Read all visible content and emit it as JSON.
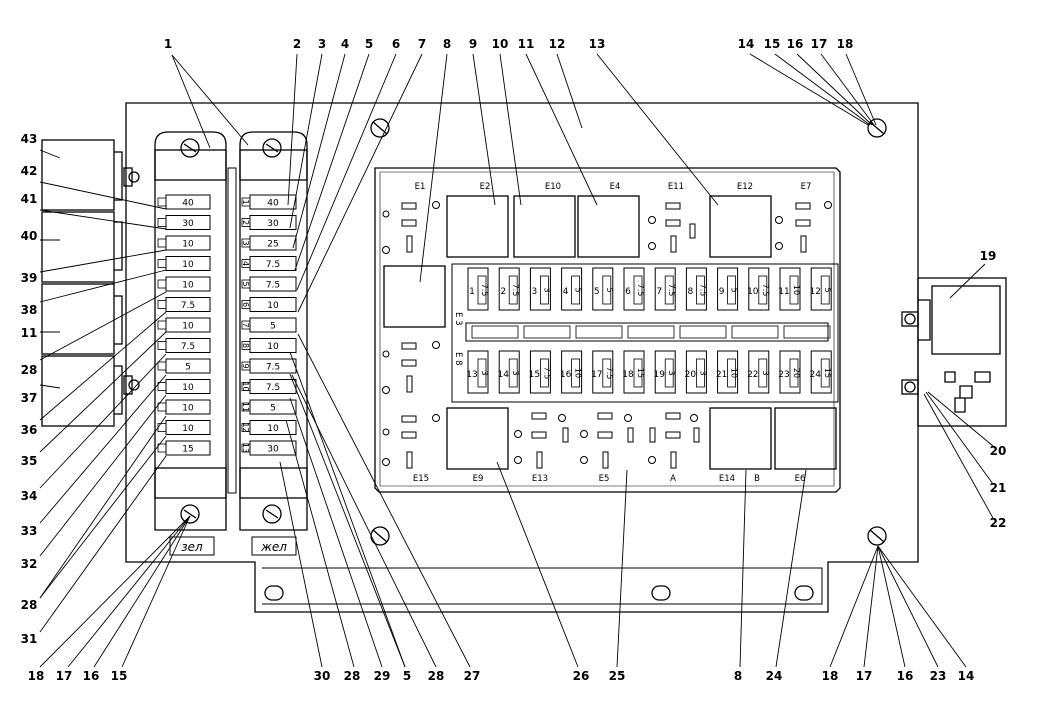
{
  "callouts_top": [
    "1",
    "2",
    "3",
    "4",
    "5",
    "6",
    "7",
    "8",
    "9",
    "10",
    "11",
    "12",
    "13",
    "14",
    "15",
    "16",
    "17",
    "18"
  ],
  "callouts_left": [
    "43",
    "42",
    "41",
    "40",
    "39",
    "38",
    "11",
    "28",
    "37",
    "36",
    "35",
    "34",
    "33",
    "32",
    "28",
    "31"
  ],
  "callouts_bottom": [
    "18",
    "17",
    "16",
    "15",
    "30",
    "28",
    "29",
    "5",
    "28",
    "27",
    "26",
    "25",
    "8",
    "24",
    "18",
    "17",
    "16",
    "23",
    "14"
  ],
  "callouts_right": [
    "19",
    "20",
    "21",
    "22"
  ],
  "left_strip_fuses": [
    "40",
    "30",
    "10",
    "10",
    "10",
    "7.5",
    "10",
    "7.5",
    "5",
    "10",
    "10",
    "10",
    "15"
  ],
  "right_strip_fuses": [
    "40",
    "30",
    "25",
    "7.5",
    "7.5",
    "10",
    "5",
    "10",
    "7.5",
    "7.5",
    "5",
    "10",
    "30"
  ],
  "right_strip_slots": [
    "1",
    "2",
    "3",
    "4",
    "5",
    "6",
    "7",
    "8",
    "9",
    "10",
    "11",
    "12",
    "13"
  ],
  "relay_labels_top": [
    "E1",
    "E2",
    "E10",
    "E4",
    "E11",
    "E12",
    "E7"
  ],
  "relay_labels_bottom": [
    "E15",
    "E9",
    "E13",
    "E5",
    "A",
    "E14",
    "B",
    "E6"
  ],
  "side_label_e3": "E 3",
  "side_label_e8": "E 8",
  "upper_fuse_row": [
    {
      "n": "1",
      "v": "7.5"
    },
    {
      "n": "2",
      "v": "7.5"
    },
    {
      "n": "3",
      "v": "3"
    },
    {
      "n": "4",
      "v": "5"
    },
    {
      "n": "5",
      "v": "5"
    },
    {
      "n": "6",
      "v": "7.5"
    },
    {
      "n": "7",
      "v": "7.5"
    },
    {
      "n": "8",
      "v": "7.5"
    },
    {
      "n": "9",
      "v": "5"
    },
    {
      "n": "10",
      "v": "7.5"
    },
    {
      "n": "11",
      "v": "10"
    },
    {
      "n": "12",
      "v": "5"
    }
  ],
  "lower_fuse_row": [
    {
      "n": "13",
      "v": "3"
    },
    {
      "n": "14",
      "v": "3"
    },
    {
      "n": "15",
      "v": "7.5"
    },
    {
      "n": "16",
      "v": "10"
    },
    {
      "n": "17",
      "v": "7.5"
    },
    {
      "n": "18",
      "v": "15"
    },
    {
      "n": "19",
      "v": "3"
    },
    {
      "n": "20",
      "v": "3"
    },
    {
      "n": "21",
      "v": "10"
    },
    {
      "n": "22",
      "v": "3"
    },
    {
      "n": "23",
      "v": "20"
    },
    {
      "n": "24",
      "v": "15"
    }
  ],
  "strip_tags": {
    "left": "зел",
    "right": "жел"
  }
}
